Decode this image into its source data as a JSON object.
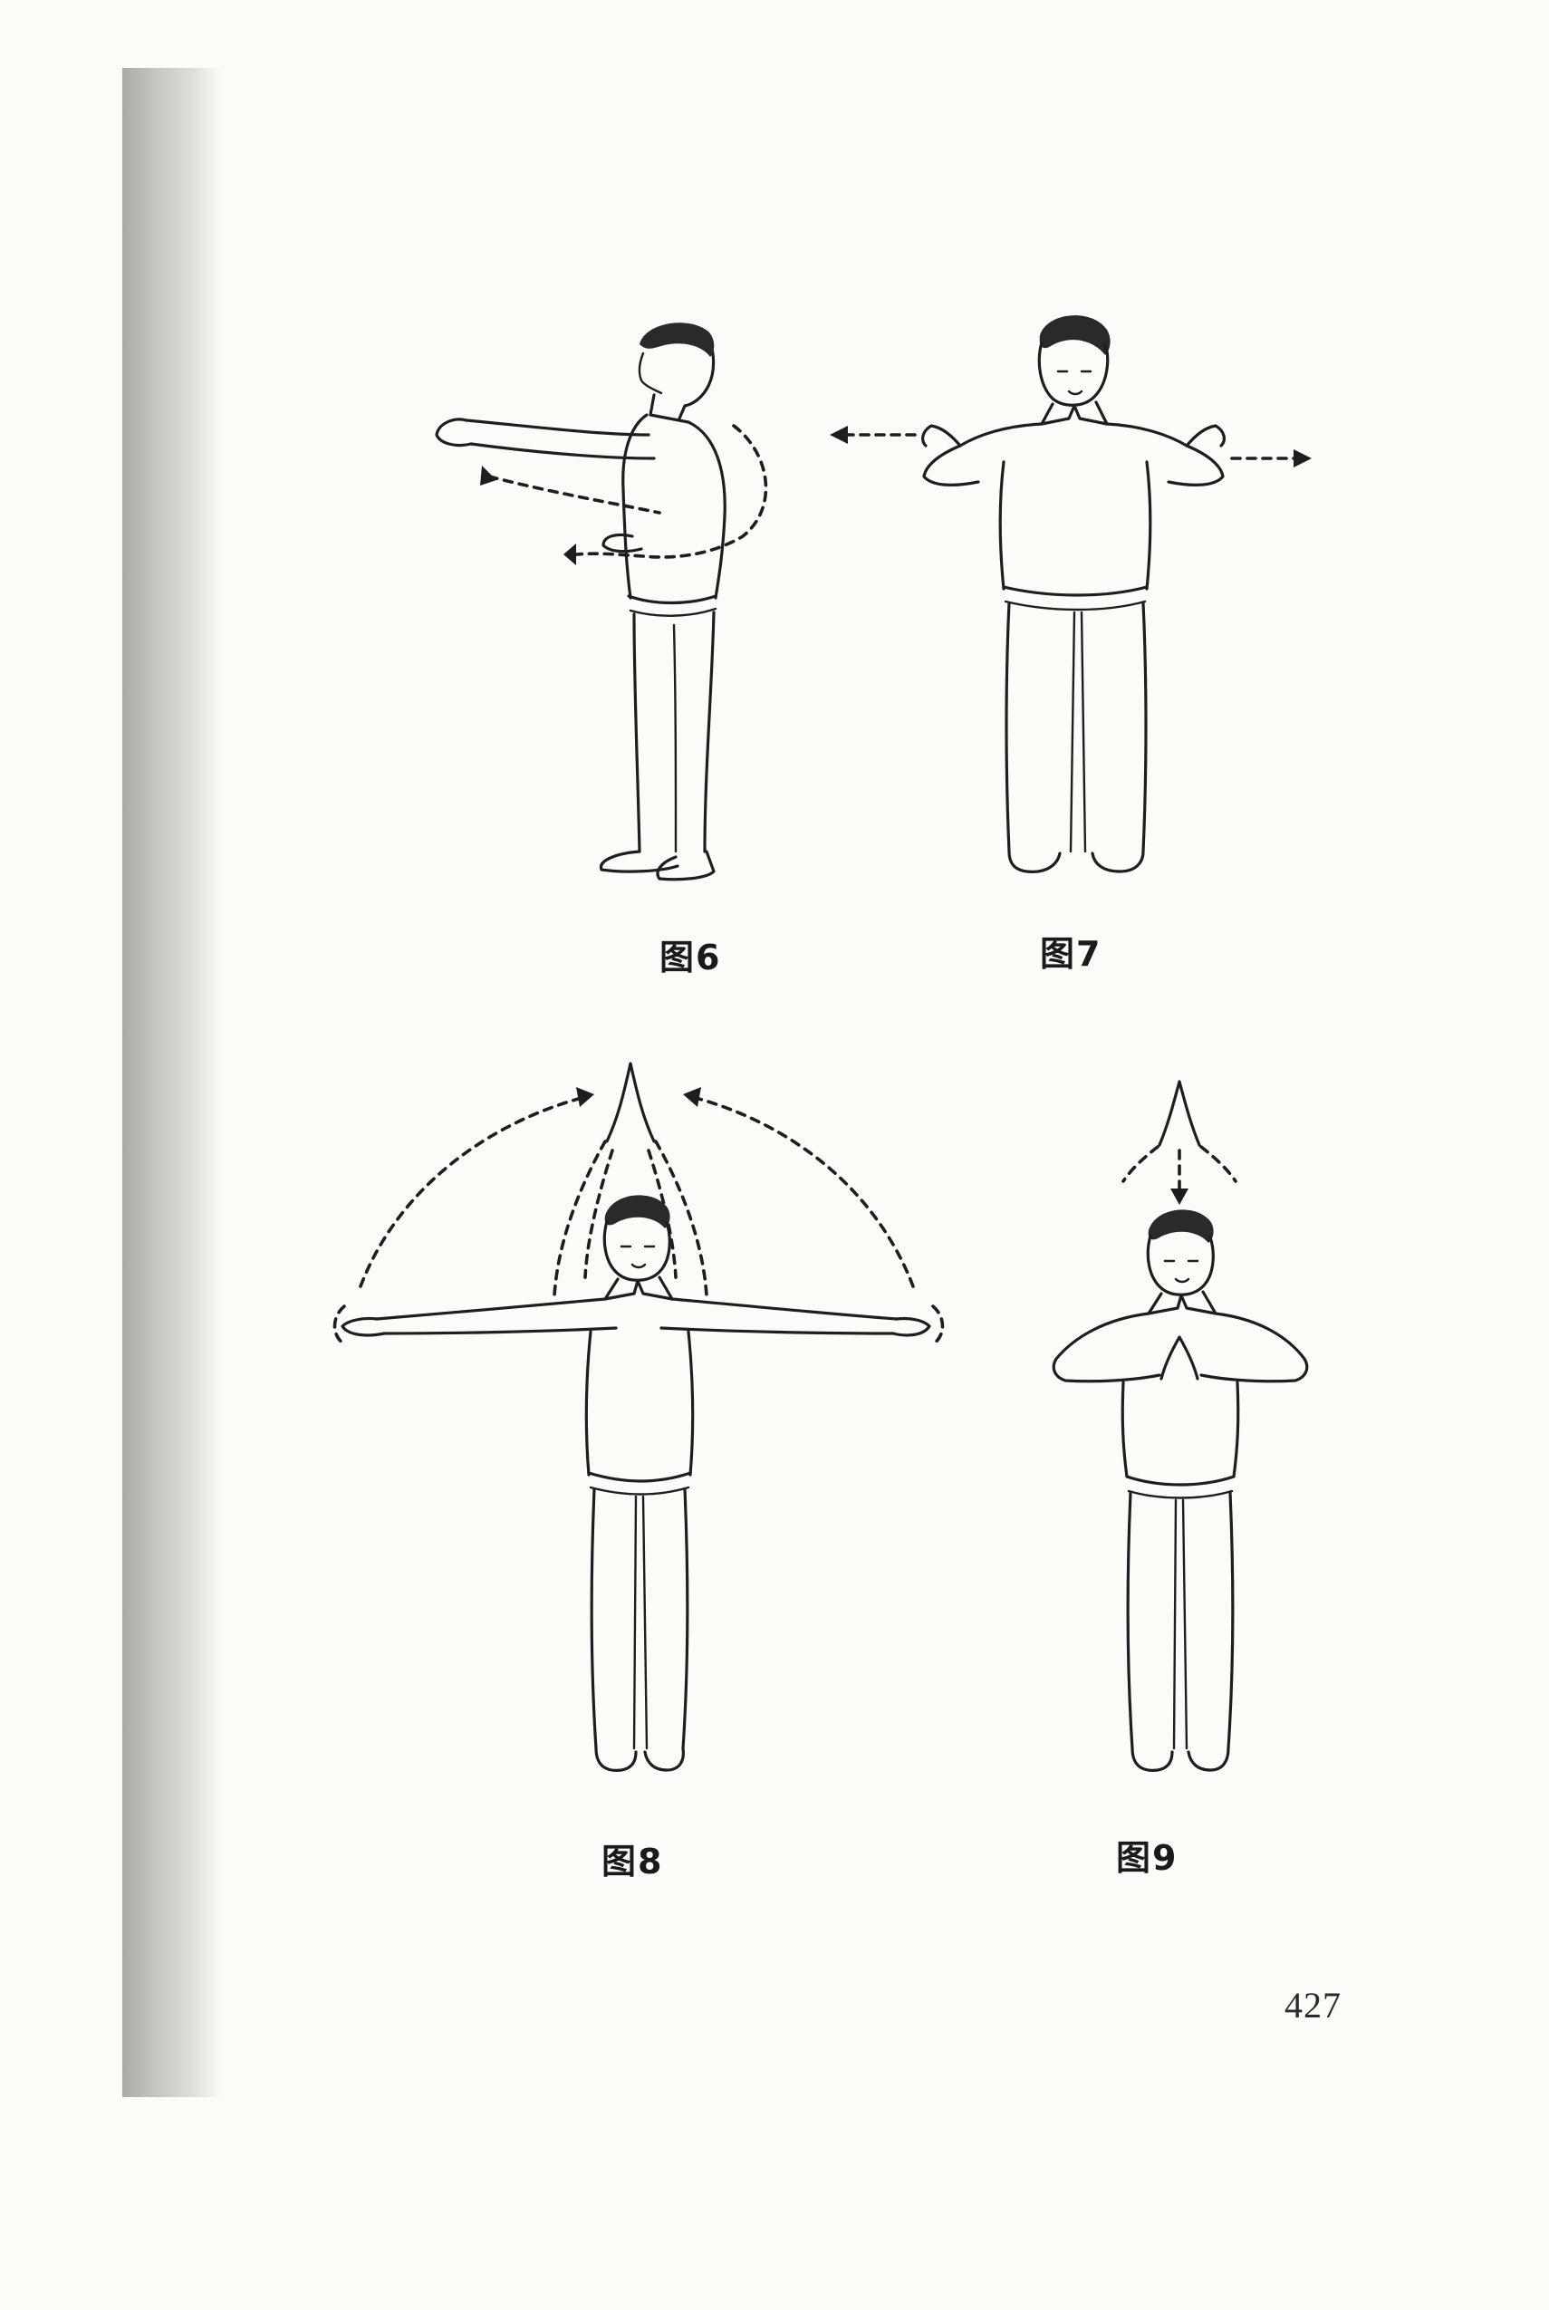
{
  "figures": [
    {
      "caption": "图6"
    },
    {
      "caption": "图7"
    },
    {
      "caption": "图8"
    },
    {
      "caption": "图9"
    }
  ],
  "page_number": "427"
}
